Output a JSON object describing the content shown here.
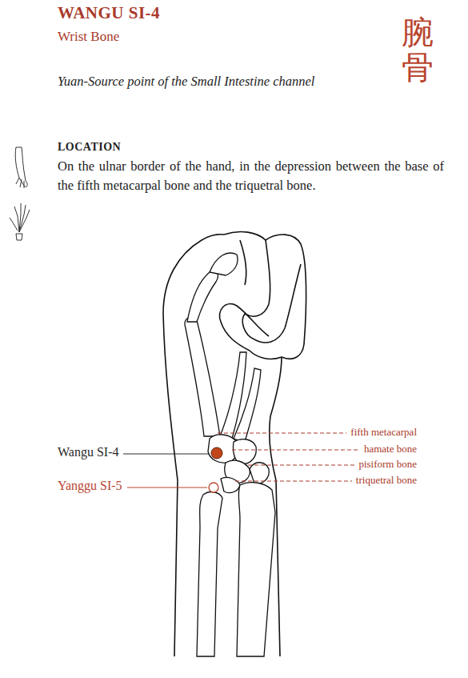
{
  "diagram": {
    "title": "WANGU SI-4",
    "labels": [
      "Wrist Bone",
      "腕骨",
      "Yuan-Source point of the Small Intestine channel",
      "LOCATION",
      "On the ulnar border of the hand, in the depression between the base of the fifth metacarpal bone and the triquetral bone.",
      "fifth metacarpal",
      "hamate bone",
      "pisiform bone",
      "triquetral bone",
      "Wangu SI-4",
      "Yanggu SI-5"
    ]
  }
}
